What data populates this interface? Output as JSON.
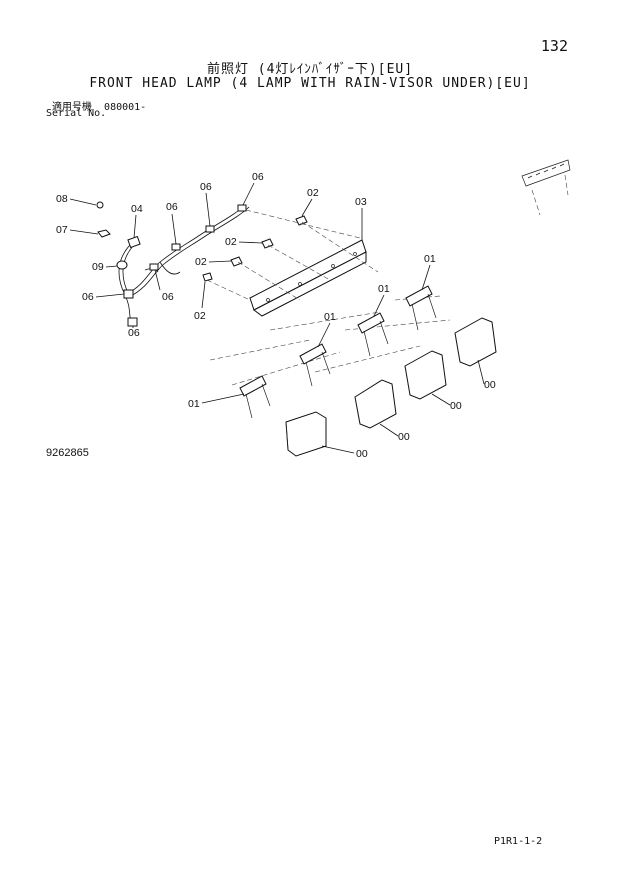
{
  "header": {
    "page_number": "132",
    "title_jp": "前照灯 (4灯ﾚｲﾝﾊﾞｲｻﾞｰ下)[EU]",
    "title_en": "FRONT HEAD LAMP (4 LAMP WITH RAIN-VISOR UNDER)[EU]",
    "serial_label_jp": "適用号機",
    "serial_value": "080001-",
    "serial_label_en": "Serial No."
  },
  "diagram": {
    "callouts": [
      "08",
      "07",
      "04",
      "09",
      "06",
      "06",
      "06",
      "06",
      "06",
      "06",
      "02",
      "02",
      "02",
      "02",
      "03",
      "01",
      "01",
      "01",
      "01",
      "00",
      "00",
      "00",
      "00"
    ]
  },
  "footer": {
    "drawing_number": "9262865",
    "sheet_code": "P1R1-1-2"
  }
}
